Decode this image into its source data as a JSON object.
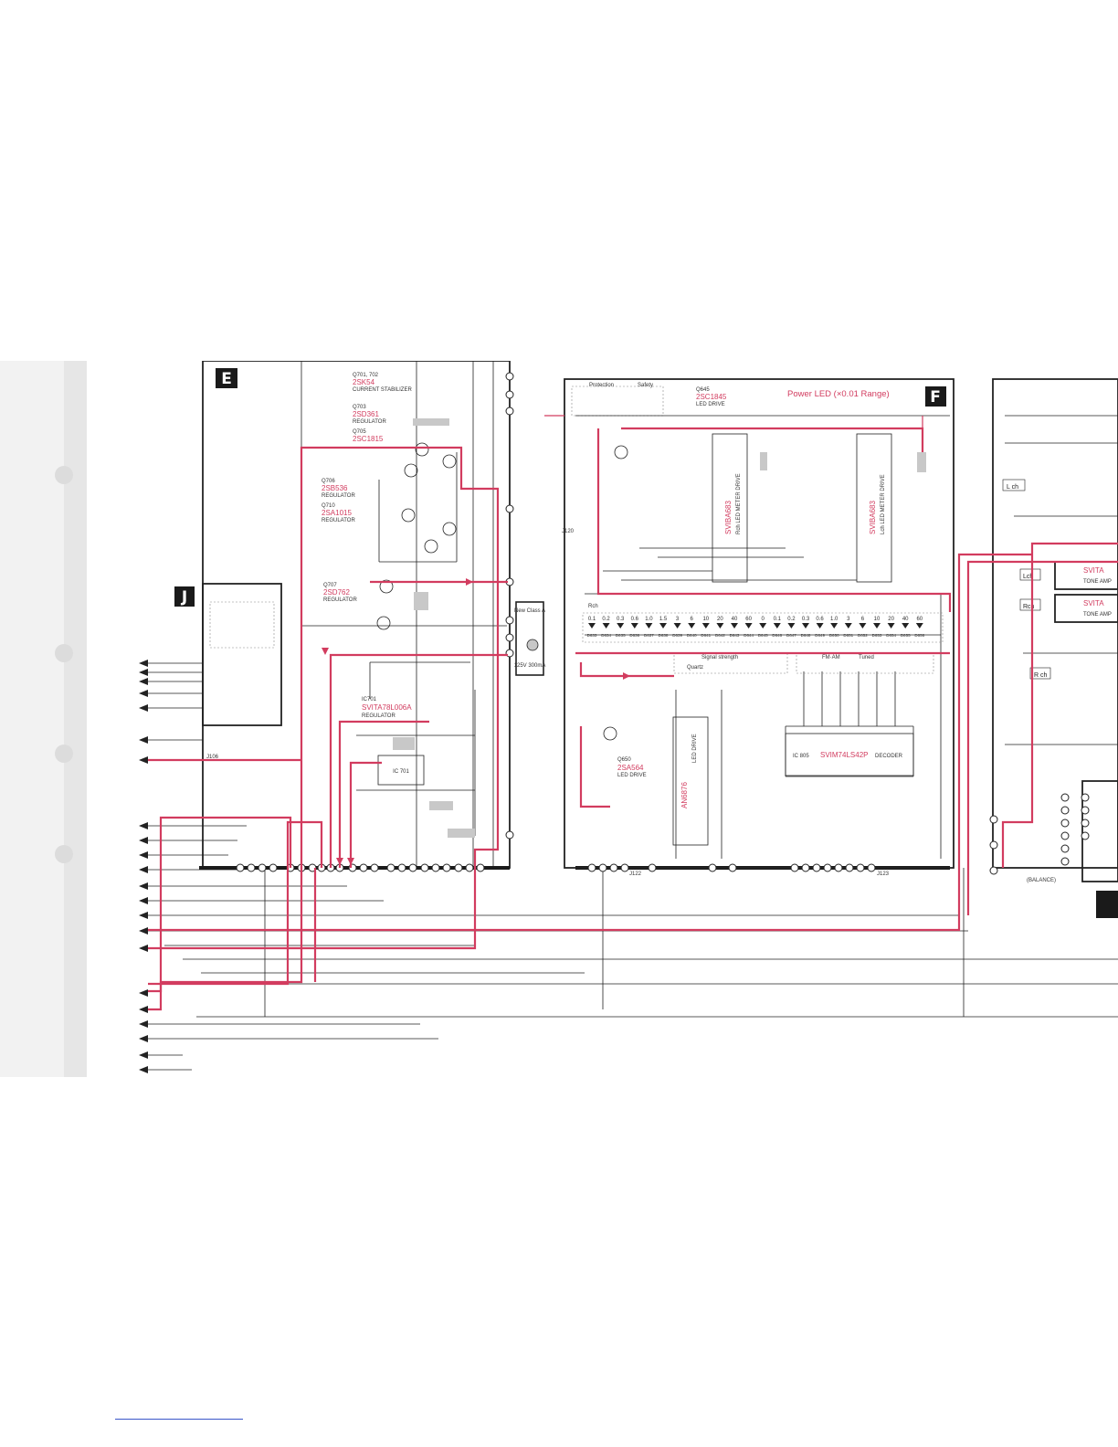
{
  "sections": {
    "e": "E",
    "f": "F",
    "j": "J"
  },
  "power_led_note": "Power LED (×0.01 Range)",
  "transistors": {
    "q701_702": "Q701, 702",
    "q701_type": "2SK54",
    "q701_role": "CURRENT STABILIZER",
    "q703": "Q703",
    "q703_type": "2SD361",
    "q703_role": "REGULATOR",
    "q705": "Q705",
    "q705_type": "2SC1815",
    "q706": "Q706",
    "q706_type": "2SB536",
    "q706_role": "REGULATOR",
    "q710": "Q710",
    "q710_type": "2SA1015",
    "q710_role": "REGULATOR",
    "q707": "Q707",
    "q707_type": "2SD762",
    "q707_role": "REGULATOR",
    "q645": "Q645",
    "q645_type": "2SC1845",
    "q645_role": "LED DRIVE",
    "q650": "Q650",
    "q650_type": "2SA564",
    "q650_role": "LED DRIVE"
  },
  "ics": {
    "ic701": "IC701",
    "ic701_type": "SVITA78L006A",
    "ic701_role": "REGULATOR",
    "ic701_box": "IC 701",
    "ic602_type": "SVIBA683",
    "ic602_role": "Rch LED METER DRIVE",
    "ic603_type": "SVIBA683",
    "ic603_role": "Lch LED METER DRIVE",
    "ic101_type": "AN6876",
    "ic101_role": "LED DRIVE",
    "ic805": "IC 805",
    "ic805_type": "SVIM74LS42P",
    "ic805_role": "DECODER",
    "ic551_type": "SVITA",
    "ic502_type": "SVITA",
    "tone_amp": "TONE AMP"
  },
  "labels": {
    "protection": "Protection",
    "safety": "Safety",
    "signal_strength": "Signal strength",
    "fm_am": "FM·AM",
    "tuned": "Tuned",
    "quartz": "Quartz",
    "new_class_a": "New Class A",
    "fuse": "125V 300mA",
    "lch": "L ch",
    "rch": "R ch",
    "lch2": "Lch",
    "rch2": "Rch",
    "balance": "(BALANCE)",
    "j120": "J120",
    "j106": "J106",
    "j122": "J122",
    "j123": "J123",
    "rch_text": "Rch"
  },
  "led_row": [
    "D633",
    "D634",
    "D635",
    "D636",
    "D637",
    "D638",
    "D639",
    "D640",
    "D641",
    "D642",
    "D643",
    "D644",
    "D645",
    "D646",
    "D647",
    "D648",
    "D649",
    "D650",
    "D651",
    "D652",
    "D653",
    "D654",
    "D655",
    "D656"
  ],
  "meter_scale": [
    "0.1",
    "0.2",
    "0.3",
    "0.6",
    "1.0",
    "1.5",
    "3",
    "6",
    "10",
    "20",
    "40",
    "60",
    "0",
    "0.1",
    "0.2",
    "0.3",
    "0.6",
    "1.0",
    "3",
    "6",
    "10",
    "20",
    "40",
    "60"
  ],
  "colors": {
    "paper": "#ffffff",
    "ink": "#222222",
    "signal_red": "#d23c5f",
    "pin_fill": "#ffffff",
    "section_box": "#1a1a1a",
    "highlight": "#c8c8c8"
  }
}
